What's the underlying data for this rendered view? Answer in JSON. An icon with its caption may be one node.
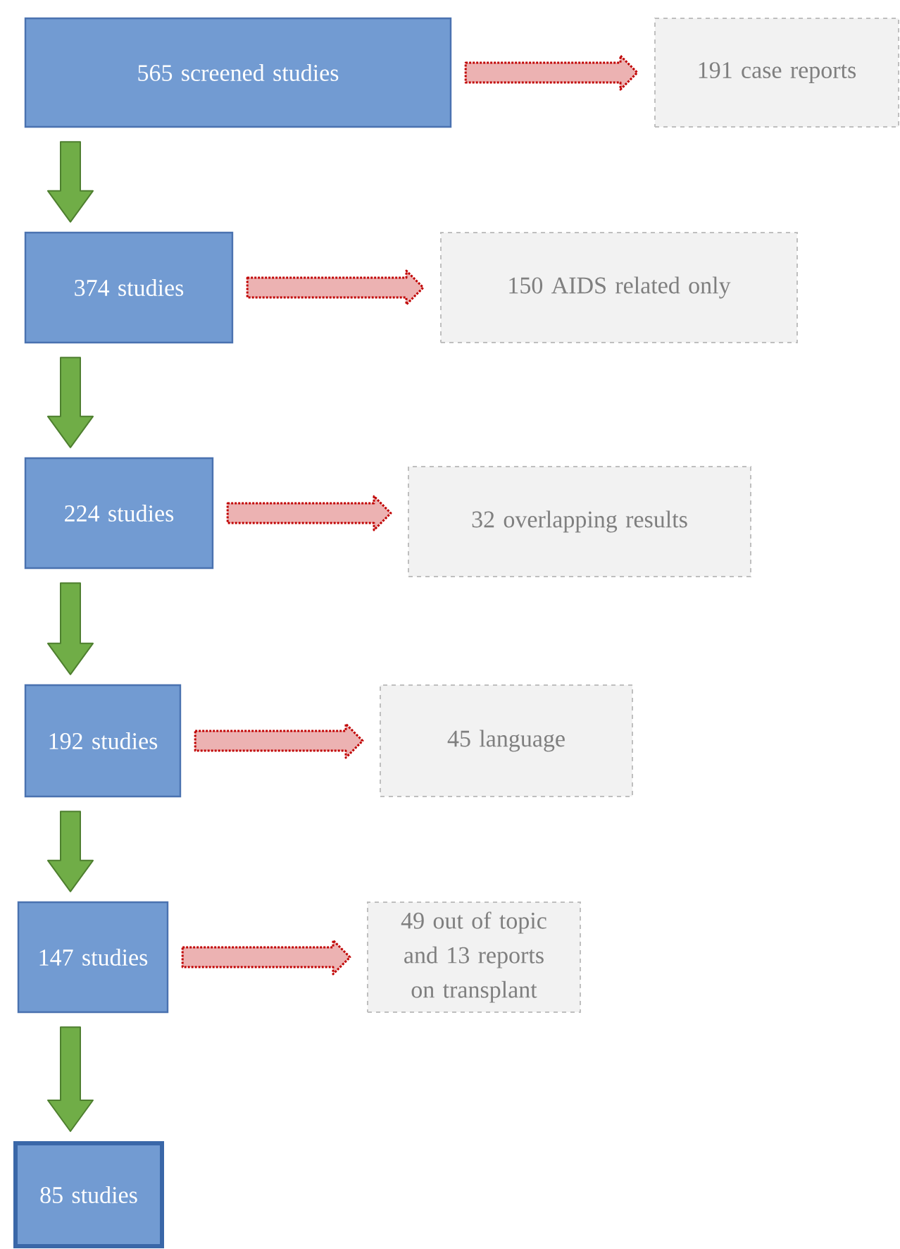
{
  "diagram": {
    "nodes": [
      {
        "text": [
          "565 screened studies"
        ]
      },
      {
        "text": [
          "191 case reports"
        ]
      },
      {
        "text": [
          "374 studies"
        ]
      },
      {
        "text": [
          "150 AIDS related only"
        ]
      },
      {
        "text": [
          "224 studies"
        ]
      },
      {
        "text": [
          "32 overlapping results"
        ]
      },
      {
        "text": [
          "192 studies"
        ]
      },
      {
        "text": [
          "45 language"
        ]
      },
      {
        "text": [
          "147 studies"
        ]
      },
      {
        "text": [
          "49 out of topic and 13 reports on transplant"
        ]
      },
      {
        "text": [
          "85 studies"
        ]
      }
    ],
    "edges": [
      {
        "from": 0,
        "to": 1,
        "arrow": "to",
        "style": "dashed",
        "color": "#c00000"
      },
      {
        "from": 0,
        "to": 2,
        "arrow": "to"
      },
      {
        "from": 2,
        "to": 3,
        "arrow": "to",
        "style": "dashed",
        "color": "#c00000"
      },
      {
        "from": 2,
        "to": 4,
        "arrow": "to"
      },
      {
        "from": 4,
        "to": 5,
        "arrow": "to",
        "style": "dashed",
        "color": "#c00000"
      },
      {
        "from": 4,
        "to": 6,
        "arrow": "to"
      },
      {
        "from": 6,
        "to": 7,
        "arrow": "to",
        "style": "dashed",
        "color": "#c00000"
      },
      {
        "from": 6,
        "to": 8,
        "arrow": "to"
      },
      {
        "from": 8,
        "to": 9,
        "arrow": "to",
        "style": "dashed",
        "color": "#c00000"
      },
      {
        "from": 8,
        "to": 10,
        "arrow": "to"
      }
    ]
  }
}
